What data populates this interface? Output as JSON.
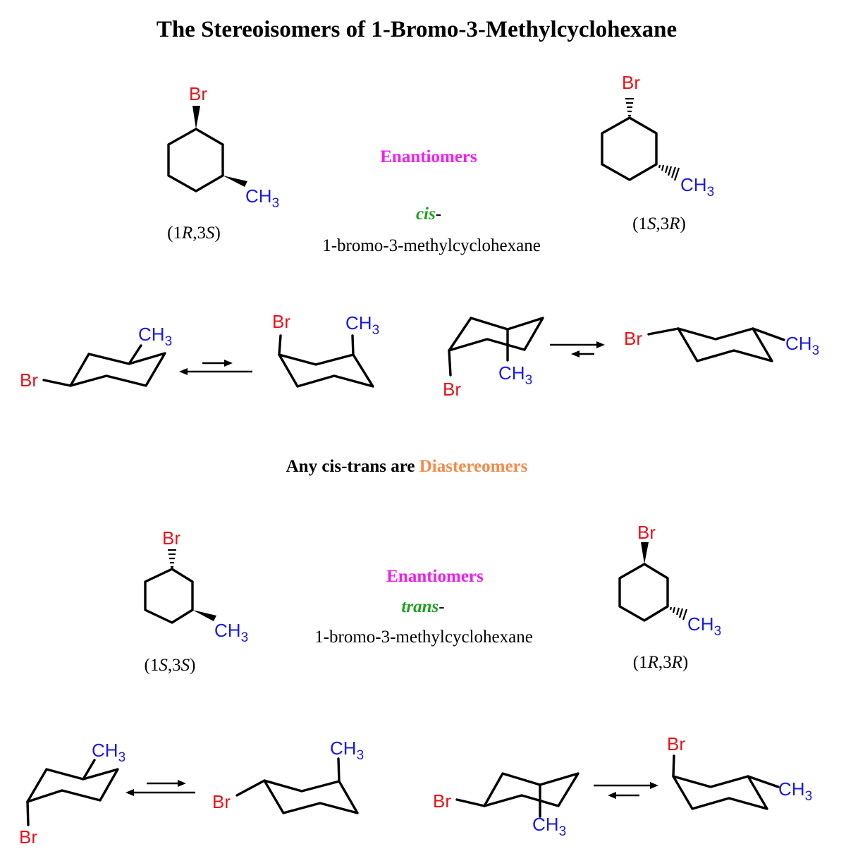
{
  "title": "The Stereoisomers of 1-Bromo-3-Methylcyclohexane",
  "colors": {
    "bromine": "#e8121a",
    "methyl": "#1a1ae6",
    "enantiomers": "#f01ef0",
    "cis_trans": "#20a020",
    "diastereomers": "#f58a4a",
    "bond": "#000000"
  },
  "atoms": {
    "br": "Br",
    "ch": "CH",
    "sub3": "3"
  },
  "cis_section": {
    "relationship": "Enantiomers",
    "prefix": "cis",
    "prefix_dash": "-",
    "compound": "1-bromo-3-methylcyclohexane",
    "left_label": {
      "open": "(1",
      "d1": "R",
      "mid": ",3",
      "d2": "S",
      "close": ")"
    },
    "right_label": {
      "open": "(1",
      "d1": "S",
      "mid": ",3",
      "d2": "R",
      "close": ")"
    }
  },
  "middle_statement": {
    "lead": "Any cis-trans are ",
    "highlight": "Diastereomers"
  },
  "trans_section": {
    "relationship": "Enantiomers",
    "prefix": "trans",
    "prefix_dash": "-",
    "compound": "1-bromo-3-methylcyclohexane",
    "left_label": {
      "open": "(1",
      "d1": "S",
      "mid": ",3",
      "d2": "S",
      "close": ")"
    },
    "right_label": {
      "open": "(1",
      "d1": "R",
      "mid": ",3",
      "d2": "R",
      "close": ")"
    }
  }
}
